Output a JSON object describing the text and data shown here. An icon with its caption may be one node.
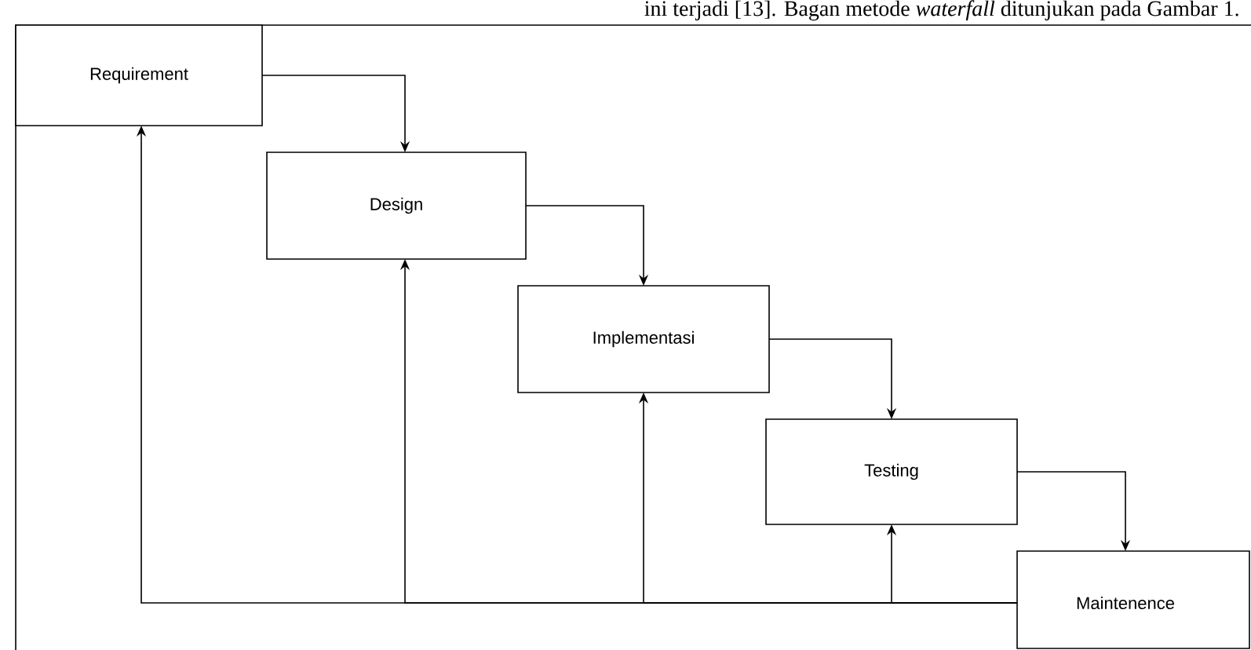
{
  "diagram": {
    "nodes": [
      {
        "text": [
          "Requirement"
        ]
      },
      {
        "text": [
          "Design"
        ]
      },
      {
        "text": [
          "Implementasi"
        ]
      },
      {
        "text": [
          "Testing"
        ]
      },
      {
        "text": [
          "Maintenence"
        ]
      }
    ],
    "edges": [
      {
        "from": 0,
        "to": 1,
        "arrow": "to"
      },
      {
        "from": 1,
        "to": 2,
        "arrow": "to"
      },
      {
        "from": 2,
        "to": 3,
        "arrow": "to"
      },
      {
        "from": 3,
        "to": 4,
        "arrow": "to"
      },
      {
        "from": 4,
        "to": 0,
        "arrow": "to"
      },
      {
        "from": 4,
        "to": 1,
        "arrow": "to"
      },
      {
        "from": 4,
        "to": 2,
        "arrow": "to"
      },
      {
        "from": 4,
        "to": 3,
        "arrow": "to"
      }
    ],
    "labels": [
      "ini terjadi [13]. Bagan metode *waterfall* ditunjukan pada Gambar 1."
    ]
  }
}
